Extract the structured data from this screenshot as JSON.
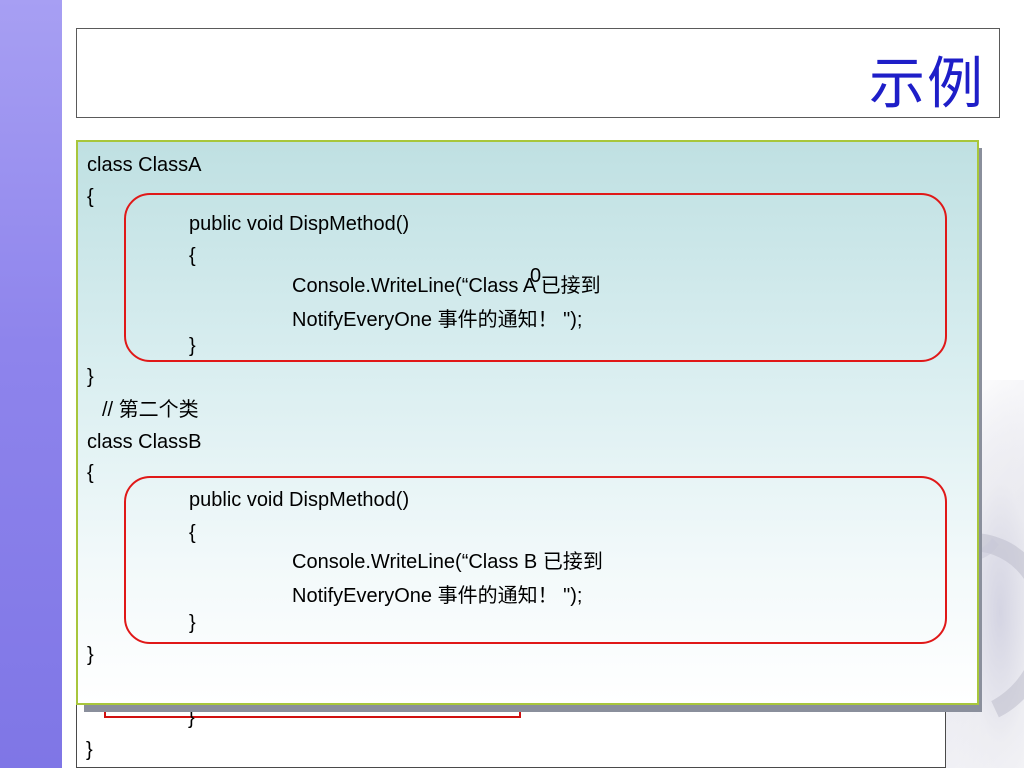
{
  "slide": {
    "title": "示例"
  },
  "code_panel": {
    "lines": [
      "class ClassA",
      "{",
      "public void DispMethod()",
      "{",
      "Console.WriteLine(“Class A 已接到",
      "NotifyEveryOne 事件的通知！ \");",
      "}",
      "}",
      "// 第二个类",
      "class ClassB",
      "{",
      "public void DispMethod()",
      "{",
      "Console.WriteLine(“Class B 已接到",
      "NotifyEveryOne 事件的通知！ \");",
      "}",
      "}"
    ],
    "stray_char": "0"
  },
  "underlying": {
    "lines": [
      "}",
      "}"
    ]
  },
  "colors": {
    "title": "#1e1ec8",
    "highlight_border": "#e01818",
    "panel_border": "#a8c63c",
    "left_band": "#8e84ec"
  }
}
